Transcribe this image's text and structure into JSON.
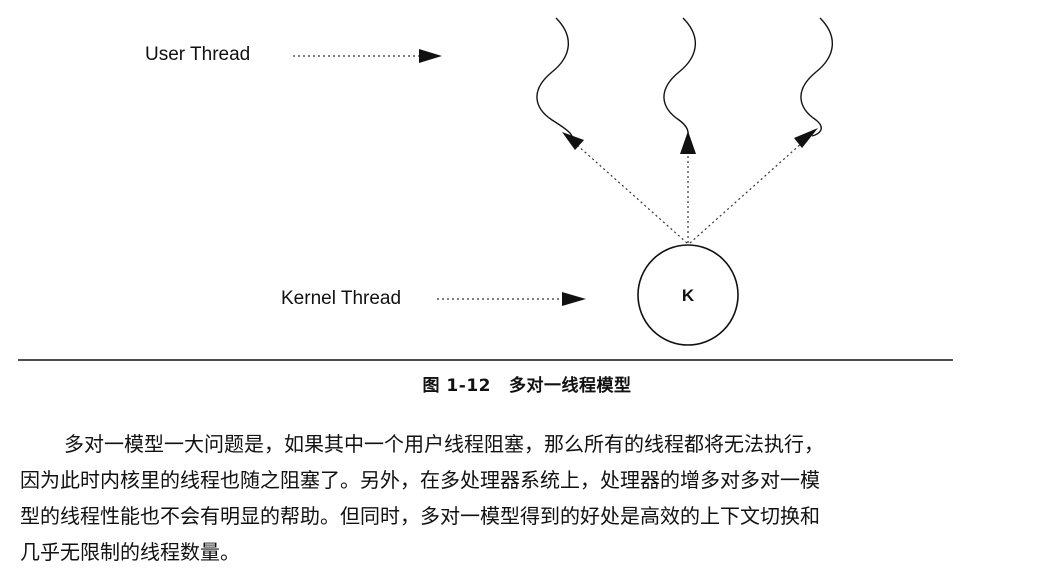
{
  "figure": {
    "labels": {
      "user_thread": "User Thread",
      "kernel_thread": "Kernel Thread",
      "kernel_node": "K"
    },
    "caption": {
      "number": "图 1-12",
      "title": "多对一线程模型"
    }
  },
  "body": {
    "lines": [
      "多对一模型一大问题是，如果其中一个用户线程阻塞，那么所有的线程都将无法执行，",
      "因为此时内核里的线程也随之阻塞了。另外，在多处理器系统上，处理器的增多对多对一模",
      "型的线程性能也不会有明显的帮助。但同时，多对一模型得到的好处是高效的上下文切换和",
      "几乎无限制的线程数量。"
    ]
  }
}
